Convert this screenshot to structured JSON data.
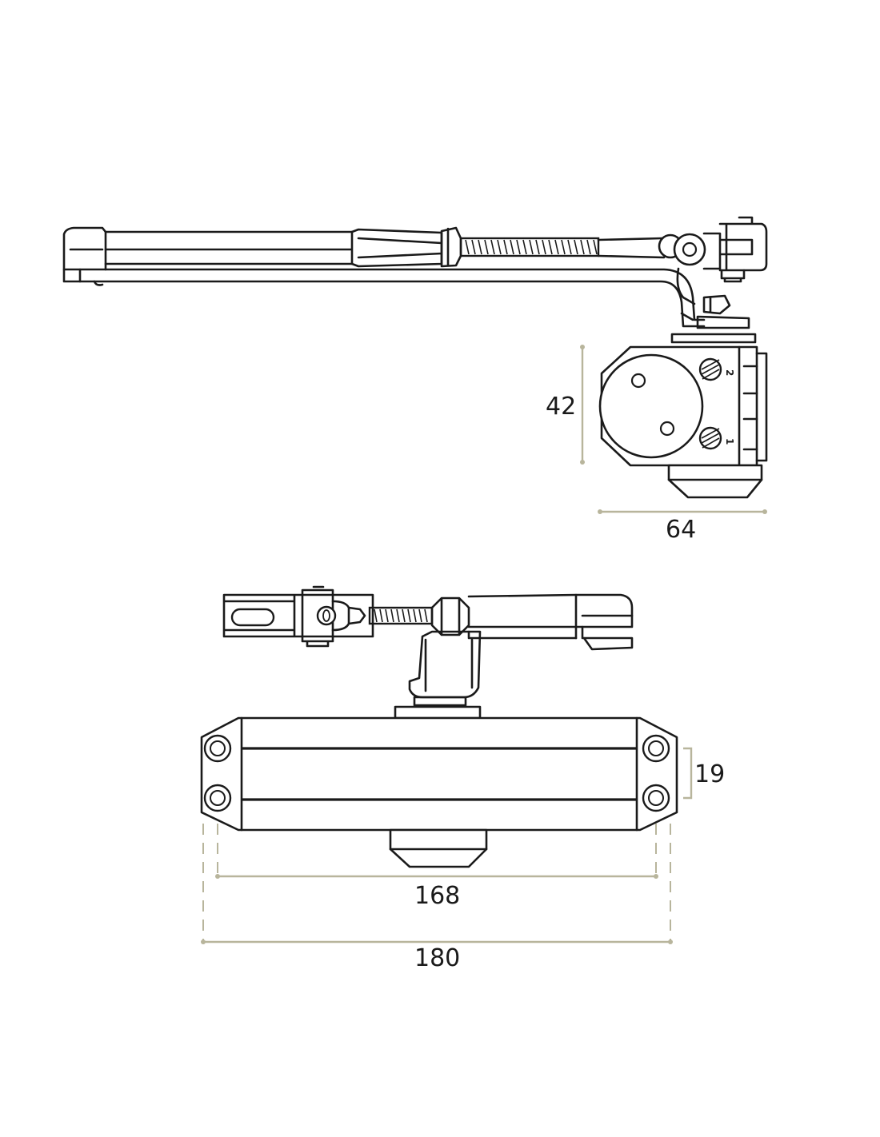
{
  "dimensions": {
    "side_height": "42",
    "side_width": "64",
    "hole_spacing_vertical": "19",
    "hole_spacing_horizontal": "168",
    "overall_length": "180"
  },
  "valve_labels": {
    "valve_2": "2",
    "valve_1": "1"
  },
  "colors": {
    "outline": "#1a1a1a",
    "dimension_line": "#b8b59c"
  }
}
